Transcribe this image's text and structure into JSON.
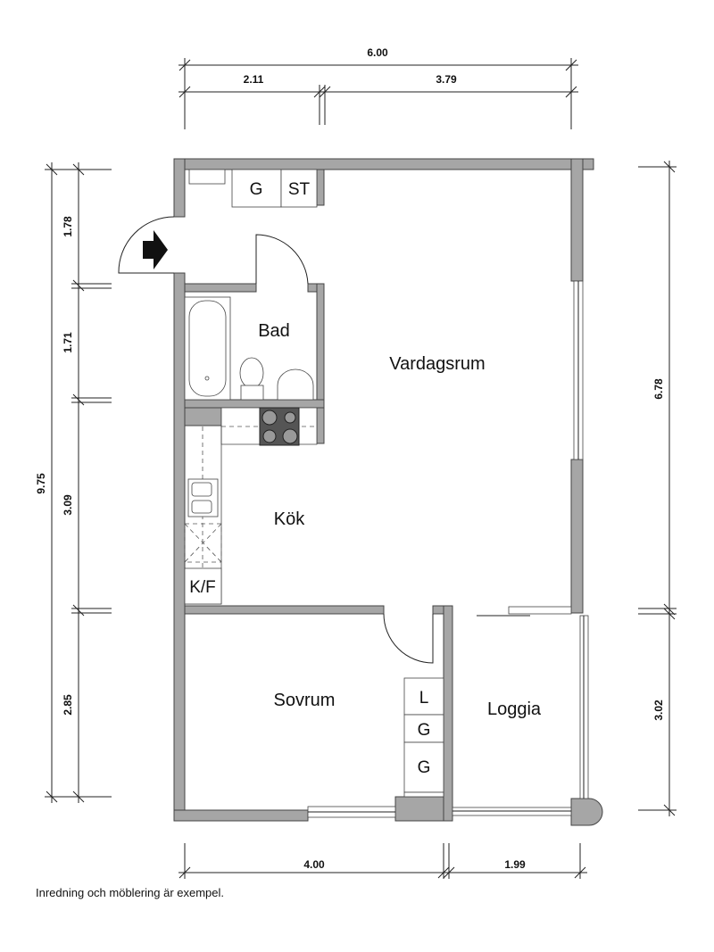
{
  "dimensions": {
    "top_total": "6.00",
    "top_left": "2.11",
    "top_right": "3.79",
    "left_total": "9.75",
    "left_segments": [
      "1.78",
      "1.71",
      "3.09",
      "2.85"
    ],
    "right_segments": [
      "6.78",
      "3.02"
    ],
    "bottom_segments": [
      "4.00",
      "1.99"
    ]
  },
  "rooms": {
    "bad": "Bad",
    "vardagsrum": "Vardagsrum",
    "kok": "Kök",
    "sovrum": "Sovrum",
    "loggia": "Loggia"
  },
  "fixtures": {
    "hall_wardrobe": "G",
    "hall_storage": "ST",
    "fridge_freezer": "K/F",
    "bedroom_linen": "L",
    "bedroom_wardrobe_1": "G",
    "bedroom_wardrobe_2": "G"
  },
  "note": "Inredning och möblering är exempel."
}
